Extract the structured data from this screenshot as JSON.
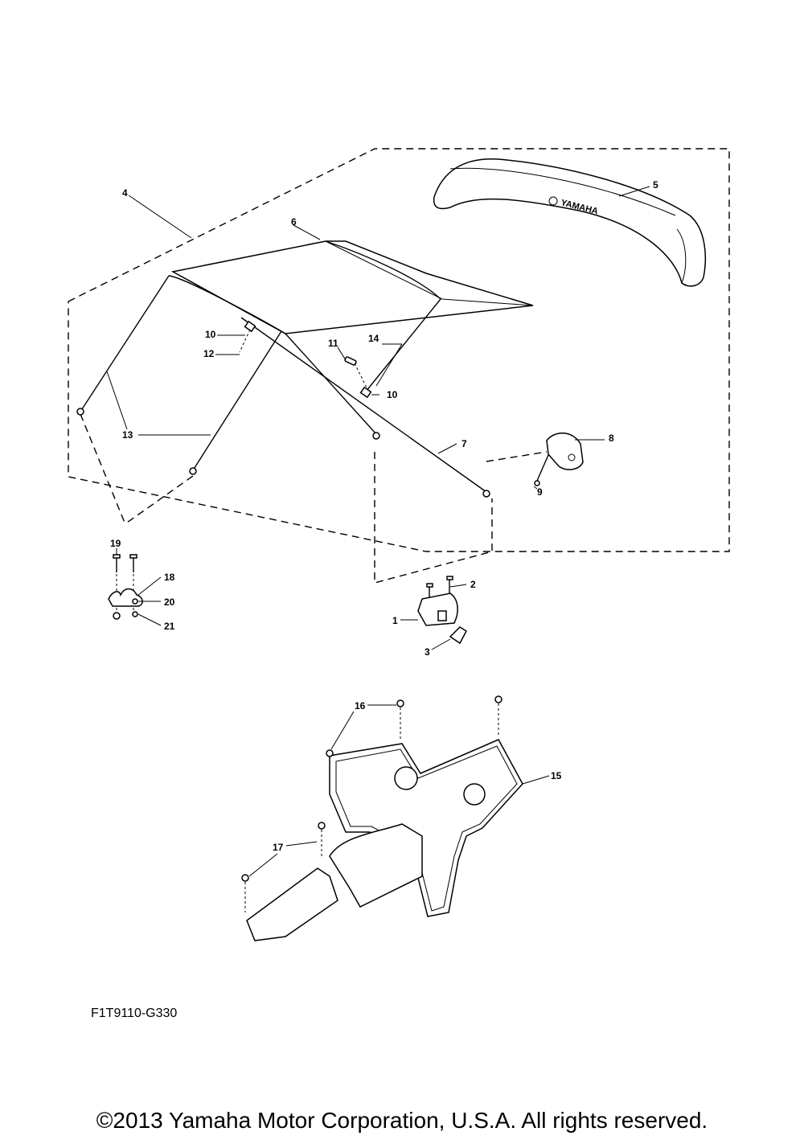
{
  "callouts": {
    "c1": "1",
    "c2": "2",
    "c3": "3",
    "c4": "4",
    "c5": "5",
    "c6": "6",
    "c7": "7",
    "c8": "8",
    "c9": "9",
    "c10a": "10",
    "c10b": "10",
    "c11": "11",
    "c12": "12",
    "c13": "13",
    "c14": "14",
    "c15": "15",
    "c16": "16",
    "c17": "17",
    "c18": "18",
    "c19": "19",
    "c20": "20",
    "c21": "21"
  },
  "logo_text": "YAMAHA",
  "figure_code": "F1T9110-G330",
  "copyright": "©2013 Yamaha Motor Corporation, U.S.A. All rights reserved."
}
